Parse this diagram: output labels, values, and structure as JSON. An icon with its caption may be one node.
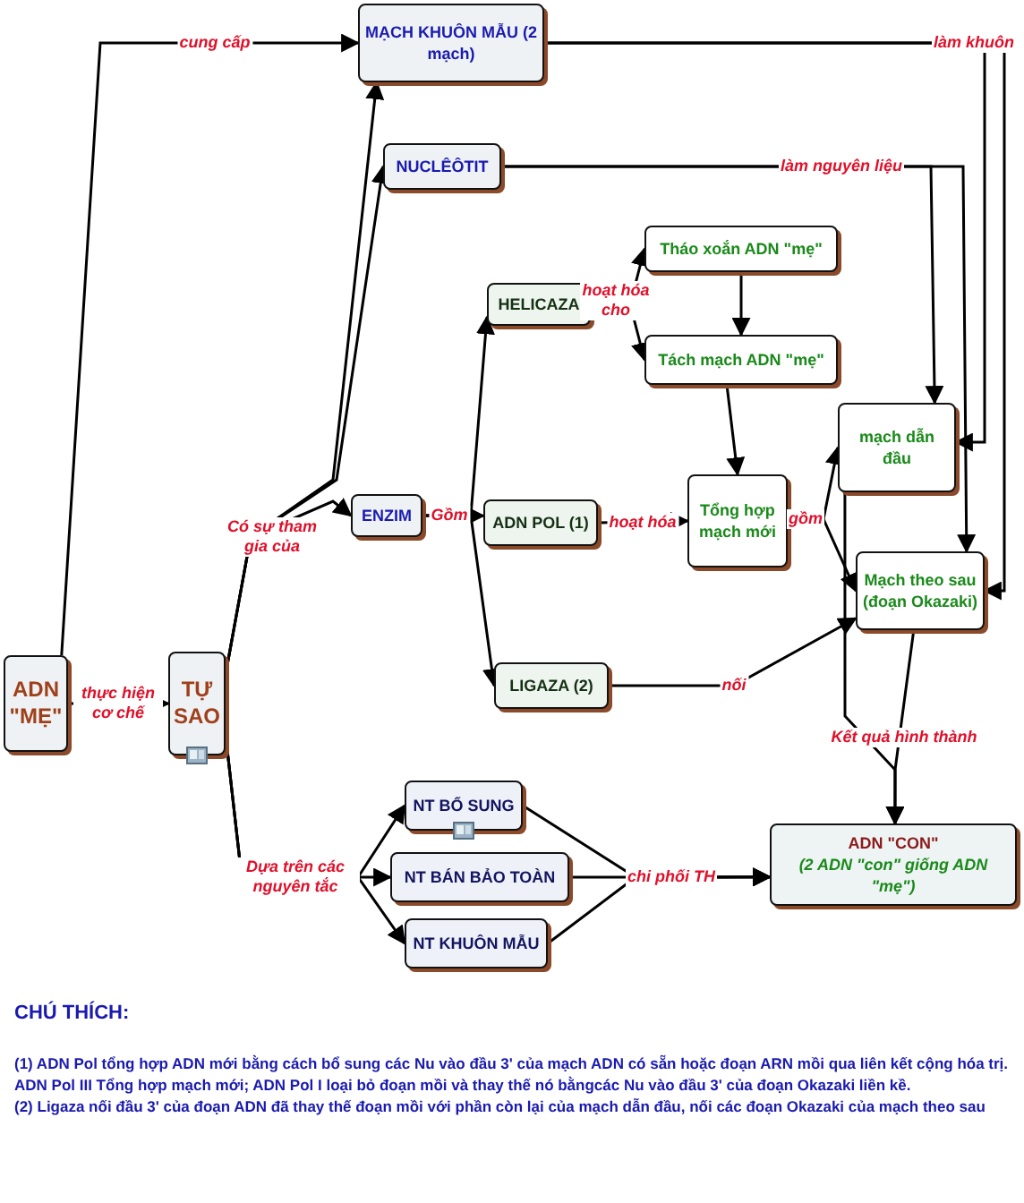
{
  "diagram": {
    "nodes": [
      {
        "text": [
          "ADN \"MẸ\""
        ]
      },
      {
        "text": [
          "TỰ SAO"
        ]
      },
      {
        "text": [
          "MẠCH KHUÔN MẪU (2 mạch)"
        ]
      },
      {
        "text": [
          "NUCLÊÔTIT"
        ]
      },
      {
        "text": [
          "ENZIM"
        ]
      },
      {
        "text": [
          "HELICAZA"
        ]
      },
      {
        "text": [
          "ADN POL (1)"
        ]
      },
      {
        "text": [
          "LIGAZA (2)"
        ]
      },
      {
        "text": [
          "Tháo xoắn ADN \"mẹ\""
        ]
      },
      {
        "text": [
          "Tách mạch ADN \"mẹ\""
        ]
      },
      {
        "text": [
          "Tổng hợp mạch mới"
        ]
      },
      {
        "text": [
          "mạch dẫn đầu"
        ]
      },
      {
        "text": [
          "Mạch theo sau (đoạn Okazaki)"
        ]
      },
      {
        "text": [
          "NT BỔ SUNG"
        ]
      },
      {
        "text": [
          "NT BÁN BẢO TOÀN"
        ]
      },
      {
        "text": [
          "NT KHUÔN MẪU"
        ]
      },
      {
        "text": [
          "ADN \"CON\"",
          "(2 ADN \"con\" giống ADN \"mẹ\")"
        ]
      }
    ],
    "edges": [
      {
        "from": 0,
        "to": 2,
        "arrow": "to",
        "label": "cung cấp"
      },
      {
        "from": 0,
        "to": 1,
        "arrow": "to",
        "label": "thực hiện cơ chế"
      },
      {
        "from": 1,
        "to": 2,
        "arrow": "to"
      },
      {
        "from": 1,
        "to": 3,
        "arrow": "to"
      },
      {
        "from": 1,
        "to": 4,
        "arrow": "to",
        "label": "Có sự tham gia của"
      },
      {
        "from": 1,
        "to": 13,
        "arrow": "to"
      },
      {
        "from": 1,
        "to": 14,
        "arrow": "to",
        "label": "Dựa trên các nguyên tắc"
      },
      {
        "from": 1,
        "to": 15,
        "arrow": "to"
      },
      {
        "from": 4,
        "to": 5,
        "arrow": "to"
      },
      {
        "from": 4,
        "to": 6,
        "arrow": "to",
        "label": "Gồm"
      },
      {
        "from": 4,
        "to": 7,
        "arrow": "to"
      },
      {
        "from": 5,
        "to": 8,
        "arrow": "to",
        "label": "hoạt hóa cho"
      },
      {
        "from": 5,
        "to": 9,
        "arrow": "to"
      },
      {
        "from": 8,
        "to": 9,
        "arrow": "to"
      },
      {
        "from": 9,
        "to": 10,
        "arrow": "to"
      },
      {
        "from": 6,
        "to": 10,
        "arrow": "to",
        "label": "hoạt hóa"
      },
      {
        "from": 10,
        "to": 11,
        "arrow": "to",
        "label": "gồm"
      },
      {
        "from": 10,
        "to": 12,
        "arrow": "to"
      },
      {
        "from": 7,
        "to": 12,
        "arrow": "to",
        "label": "nối"
      },
      {
        "from": 2,
        "to": 11,
        "arrow": "to",
        "label": "làm khuôn"
      },
      {
        "from": 2,
        "to": 12,
        "arrow": "to"
      },
      {
        "from": 3,
        "to": 11,
        "arrow": "to",
        "label": "làm nguyên liệu"
      },
      {
        "from": 3,
        "to": 12,
        "arrow": "to"
      },
      {
        "from": 11,
        "to": 16,
        "arrow": "to",
        "label": "Kết quả hình thành"
      },
      {
        "from": 12,
        "to": 16,
        "arrow": "to"
      },
      {
        "from": 13,
        "to": 16,
        "arrow": "to"
      },
      {
        "from": 14,
        "to": 16,
        "arrow": "to",
        "label": "chi phối TH"
      },
      {
        "from": 15,
        "to": 16,
        "arrow": "to"
      }
    ],
    "labels": [
      "CHÚ THÍCH:",
      "(1) ADN Pol tổng hợp ADN mới bằng cách bổ sung các Nu vào đầu 3' của mạch ADN có sẵn hoặc đoạn ARN mồi qua liên kết cộng hóa trị. ADN Pol III Tổng hợp mạch mới; ADN Pol I loại bỏ đoạn mồi và thay thế nó bằngcác Nu vào đầu 3' của đoạn Okazaki liền kề.",
      "(2) Ligaza nối đầu 3' của đoạn ADN đã thay thế đoạn mồi với phần còn lại của mạch dẫn đầu, nối các đoạn Okazaki của mạch theo sau"
    ]
  }
}
